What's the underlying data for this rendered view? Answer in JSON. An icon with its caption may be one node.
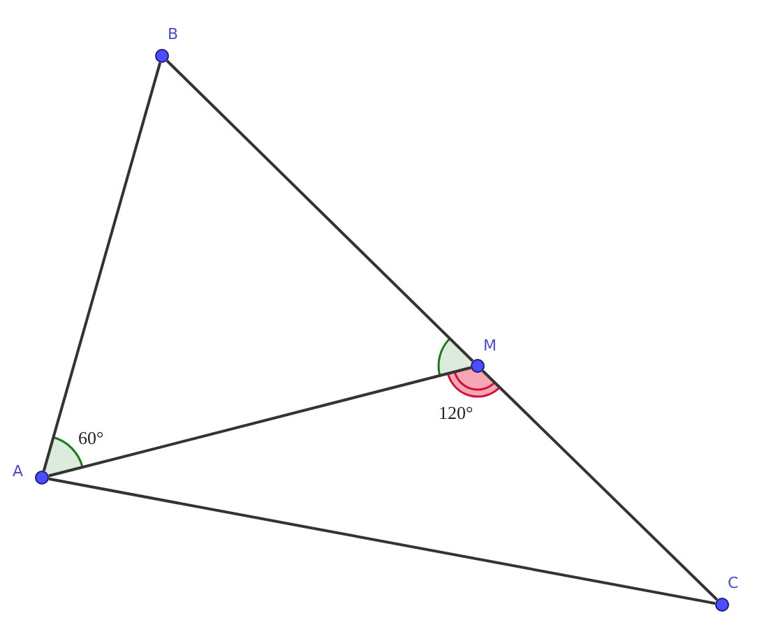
{
  "diagram": {
    "nodes": [
      {
        "text": [],
        "shape": "circle",
        "beside": [
          "B"
        ]
      },
      {
        "text": [],
        "shape": "circle",
        "beside": [
          "M"
        ]
      },
      {
        "text": [],
        "shape": "circle",
        "beside": [
          "A"
        ]
      },
      {
        "text": [],
        "shape": "circle",
        "beside": [
          "C"
        ]
      }
    ],
    "edges": [
      {
        "from": 2,
        "to": 0,
        "arrow": "none"
      },
      {
        "from": 0,
        "to": 1,
        "arrow": "none"
      },
      {
        "from": 1,
        "to": 3,
        "arrow": "none"
      },
      {
        "from": 2,
        "to": 1,
        "arrow": "none"
      },
      {
        "from": 2,
        "to": 3,
        "arrow": "none"
      }
    ],
    "labels": [
      "60°",
      "120°"
    ]
  }
}
